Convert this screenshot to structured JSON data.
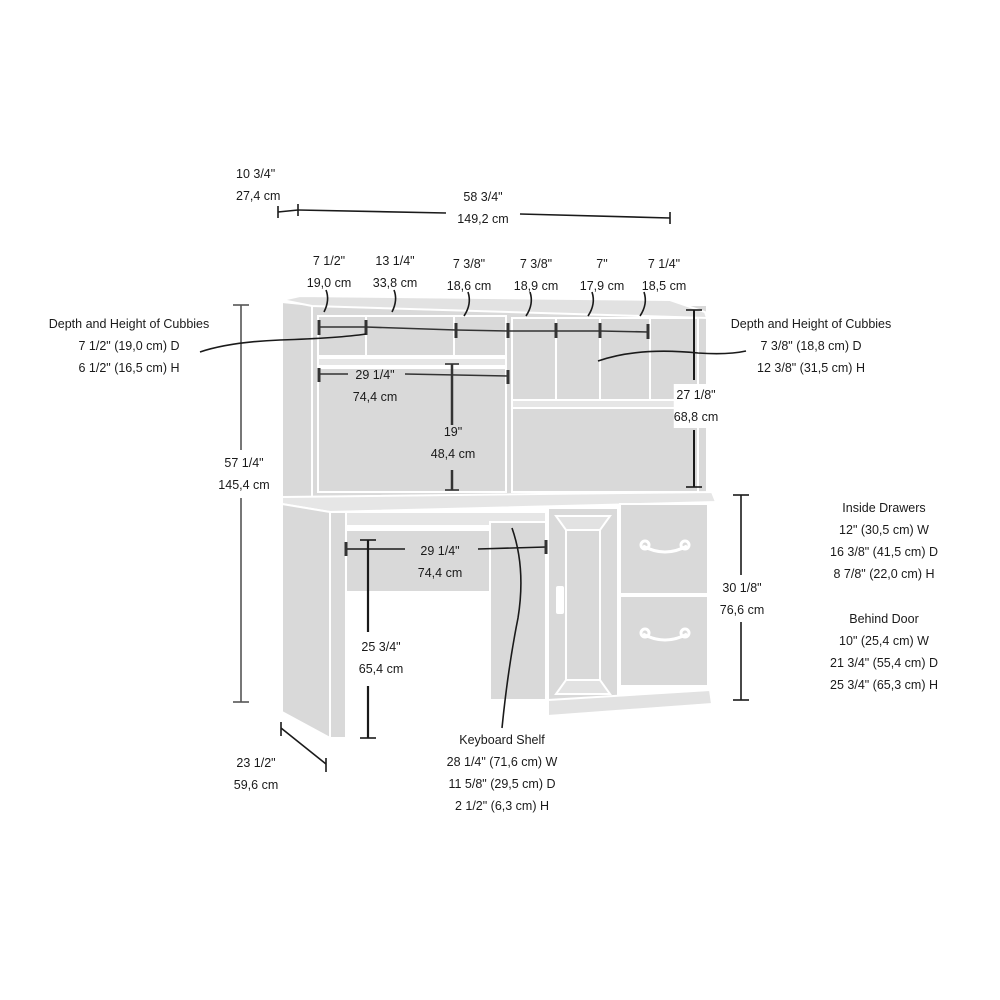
{
  "overall": {
    "depth_in": "10 3/4\"",
    "depth_cm": "27,4 cm",
    "width_in": "58 3/4\"",
    "width_cm": "149,2 cm",
    "height_in": "57 1/4\"",
    "height_cm": "145,4 cm",
    "base_depth_in": "23 1/2\"",
    "base_depth_cm": "59,6 cm"
  },
  "cubby_widths": [
    {
      "in": "7 1/2\"",
      "cm": "19,0 cm"
    },
    {
      "in": "13 1/4\"",
      "cm": "33,8 cm"
    },
    {
      "in": "7 3/8\"",
      "cm": "18,6 cm"
    },
    {
      "in": "7 3/8\"",
      "cm": "18,9 cm"
    },
    {
      "in": "7\"",
      "cm": "17,9 cm"
    },
    {
      "in": "7 1/4\"",
      "cm": "18,5 cm"
    }
  ],
  "left_cubbies": {
    "title": "Depth and Height of Cubbies",
    "depth": "7 1/2\" (19,0 cm) D",
    "height": "6 1/2\" (16,5 cm) H"
  },
  "right_cubbies": {
    "title": "Depth and Height of Cubbies",
    "depth": "7 3/8\" (18,8 cm) D",
    "height": "12 3/8\" (31,5 cm) H"
  },
  "hutch": {
    "opening_width_in": "29 1/4\"",
    "opening_width_cm": "74,4 cm",
    "opening_height_in": "19\"",
    "opening_height_cm": "48,4 cm",
    "height_in": "27 1/8\"",
    "height_cm": "68,8 cm"
  },
  "desk": {
    "knee_width_in": "29 1/4\"",
    "knee_width_cm": "74,4 cm",
    "knee_height_in": "25 3/4\"",
    "knee_height_cm": "65,4 cm",
    "height_in": "30 1/8\"",
    "height_cm": "76,6 cm"
  },
  "inside_drawers": {
    "title": "Inside Drawers",
    "w": "12\" (30,5 cm) W",
    "d": "16 3/8\" (41,5 cm) D",
    "h": "8 7/8\" (22,0 cm) H"
  },
  "behind_door": {
    "title": "Behind Door",
    "w": "10\" (25,4 cm) W",
    "d": "21 3/4\" (55,4 cm) D",
    "h": "25 3/4\" (65,3 cm) H"
  },
  "keyboard_shelf": {
    "title": "Keyboard Shelf",
    "w": "28 1/4\" (71,6 cm) W",
    "d": "11 5/8\" (29,5 cm) D",
    "h": "2 1/2\" (6,3 cm) H"
  },
  "colors": {
    "panel": "#d9d9d9",
    "edge": "#ffffff",
    "line": "#1a1a1a",
    "background": "#ffffff"
  }
}
